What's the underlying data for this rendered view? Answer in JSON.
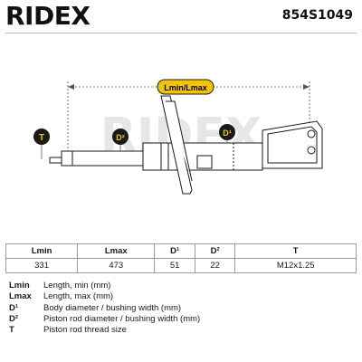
{
  "brand": {
    "logo_text": "RIDEX",
    "watermark_text": "RIDEX"
  },
  "part_number": "854S1049",
  "diagram": {
    "labels": {
      "length": "Lmin/Lmax",
      "t": "T",
      "d2": "D²",
      "d1": "D¹"
    },
    "colors": {
      "line": "#1a1a1a",
      "badge_yellow": "#f5c400",
      "watermark": "#e6e6e6"
    }
  },
  "specs_table": {
    "headers": [
      "Lmin",
      "Lmax",
      "D¹",
      "D²",
      "T"
    ],
    "values": [
      "331",
      "473",
      "51",
      "22",
      "M12x1.25"
    ]
  },
  "legend": [
    {
      "key": "Lmin",
      "desc": "Length, min (mm)"
    },
    {
      "key": "Lmax",
      "desc": "Length, max (mm)"
    },
    {
      "key": "D¹",
      "desc": "Body diameter / bushing width (mm)"
    },
    {
      "key": "D²",
      "desc": "Piston rod diameter / bushing width (mm)"
    },
    {
      "key": "T",
      "desc": "Piston rod thread size"
    }
  ]
}
